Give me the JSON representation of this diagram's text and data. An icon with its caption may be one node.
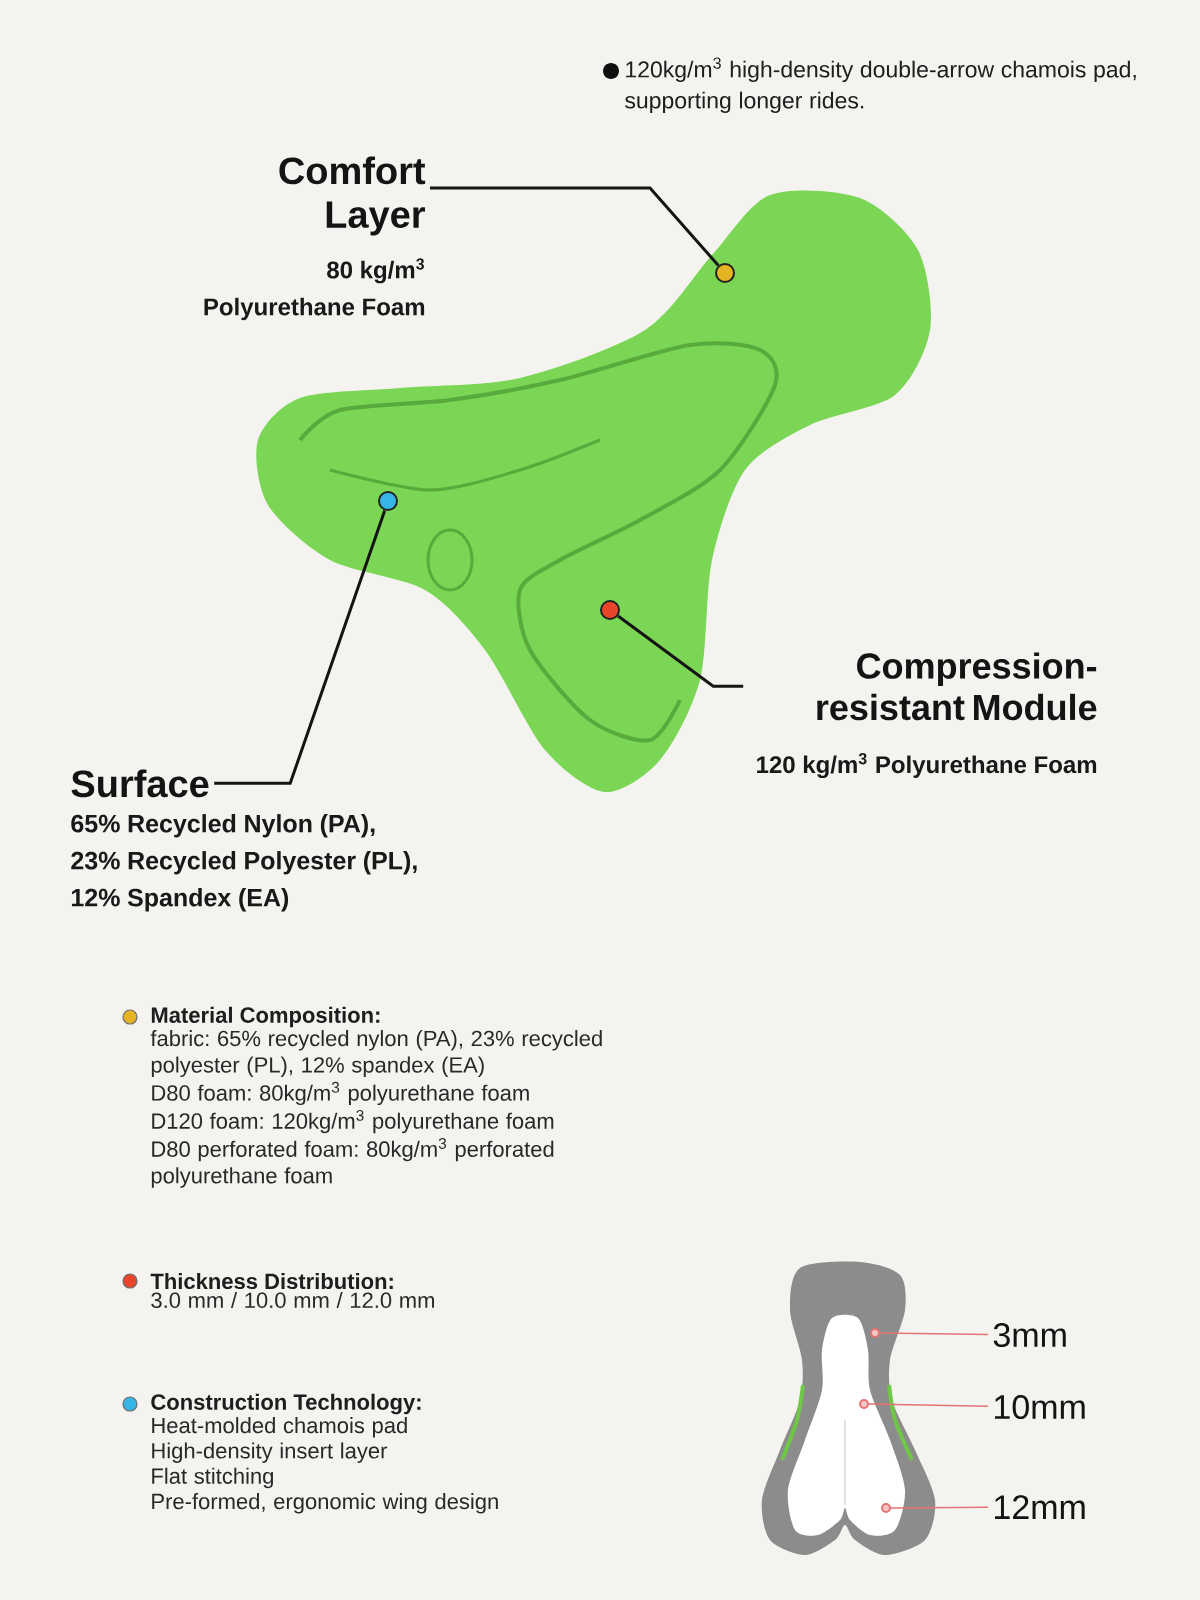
{
  "diagram": {
    "nodes": [
      {
        "text": [
          "Comfort Layer"
        ],
        "beside": [
          "80 kg/m$^{3}$ Polyurethane Foam"
        ]
      },
      {
        "text": [],
        "shape": "circle"
      },
      {
        "text": [
          "Surface"
        ],
        "beside": [
          "65% Recycled Nylon (PA), 23% Recycled Polyester (PL), 12% Spandex (EA)"
        ]
      },
      {
        "text": [],
        "shape": "circle"
      },
      {
        "text": [
          "Compression-resistant Module"
        ],
        "beside": [
          "120 kg/m$^{3}$ Polyurethane Foam"
        ]
      },
      {
        "text": [],
        "shape": "circle"
      },
      {
        "text": [
          "3mm"
        ]
      },
      {
        "text": [],
        "shape": "circle"
      },
      {
        "text": [
          "10mm"
        ]
      },
      {
        "text": [],
        "shape": "circle"
      },
      {
        "text": [
          "12mm"
        ]
      },
      {
        "text": [],
        "shape": "circle"
      }
    ],
    "edges": [
      {
        "from": 0,
        "to": 1,
        "arrow": "none"
      },
      {
        "from": 2,
        "to": 3,
        "arrow": "none"
      },
      {
        "from": 4,
        "to": 5,
        "arrow": "none"
      },
      {
        "from": 6,
        "to": 7,
        "arrow": "none",
        "color": "#e57373"
      },
      {
        "from": 8,
        "to": 9,
        "arrow": "none",
        "color": "#e57373"
      },
      {
        "from": 10,
        "to": 11,
        "arrow": "none",
        "color": "#e57373"
      }
    ],
    "labels": [
      "120kg/m$^{3}$ high-density double-arrow chamois pad, supporting longer rides.",
      "fabric: 65% recycled nylon (PA), 23% recycled polyester (PL), 12% spandex (EA)",
      "D80 foam: 80kg/m$^{3}$ polyurethane foam",
      "D120 foam: 120kg/m$^{3}$ polyurethane foam",
      "D80 perforated foam: 80kg/m$^{3}$ perforated polyurethane foam",
      "3.0 mm / 10.0 mm / 12.0 mm",
      "Heat-molded chamois pad",
      "High-density insert layer",
      "Flat stitching",
      "Pre-formed, ergonomic wing design"
    ],
    "legend": [
      {
        "text": "Material Composition:",
        "color": "#e6b422"
      },
      {
        "text": "Thickness Distribution:",
        "color": "#e8452a"
      },
      {
        "text": "Construction Technology:",
        "color": "#36b6e6"
      }
    ]
  }
}
